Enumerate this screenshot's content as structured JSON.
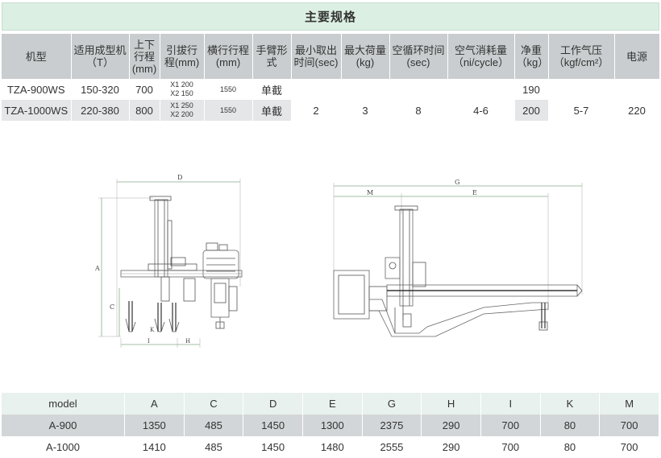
{
  "spec": {
    "title": "主要规格",
    "headers": {
      "model": "机型",
      "molding_machine": "适用成型机（T）",
      "vertical_stroke": "上下行程(mm)",
      "pull_stroke": "引拔行程(mm)",
      "traverse_stroke": "横行行程(mm)",
      "arm_type": "手臂形式",
      "min_takeout": "最小取出时间(sec)",
      "max_load": "最大荷量(kg)",
      "dry_cycle": "空循环时间(sec)",
      "air_consumption": "空气消耗量（ni/cycle）",
      "net_weight": "净重（kg）",
      "working_pressure": "工作气压（kgf/cm²）",
      "power": "电源"
    },
    "rows": [
      {
        "model": "TZA-900WS",
        "molding_machine": "150-320",
        "vertical_stroke": "700",
        "pull_stroke_x1": "X1 200",
        "pull_stroke_x2": "X2 150",
        "traverse_stroke": "1550",
        "arm_type": "单截",
        "net_weight": "190"
      },
      {
        "model": "TZA-1000WS",
        "molding_machine": "220-380",
        "vertical_stroke": "800",
        "pull_stroke_x1": "X1 250",
        "pull_stroke_x2": "X2 200",
        "traverse_stroke": "1550",
        "arm_type": "单截",
        "net_weight": "200"
      }
    ],
    "shared": {
      "min_takeout": "2",
      "max_load": "3",
      "dry_cycle": "8",
      "air_consumption": "4-6",
      "working_pressure": "5-7",
      "power": "220"
    }
  },
  "drawing_labels": {
    "left": {
      "d": "D",
      "a": "A",
      "c": "C",
      "k": "K",
      "i": "I",
      "h": "H"
    },
    "right": {
      "g": "G",
      "m": "M",
      "e": "E"
    }
  },
  "dims": {
    "headers": [
      "model",
      "A",
      "C",
      "D",
      "E",
      "G",
      "H",
      "I",
      "K",
      "M"
    ],
    "rows": [
      [
        "A-900",
        "1350",
        "485",
        "1450",
        "1300",
        "2375",
        "290",
        "700",
        "80",
        "700"
      ],
      [
        "A-1000",
        "1410",
        "485",
        "1450",
        "1480",
        "2555",
        "290",
        "700",
        "80",
        "700"
      ]
    ]
  },
  "colors": {
    "title_bar": "#dcefe3",
    "header_bg": "#c9cdcf",
    "row_alt": "#e5e6e7",
    "dims_header": "#e8f1ed",
    "dims_row": "#d3d6d8"
  }
}
